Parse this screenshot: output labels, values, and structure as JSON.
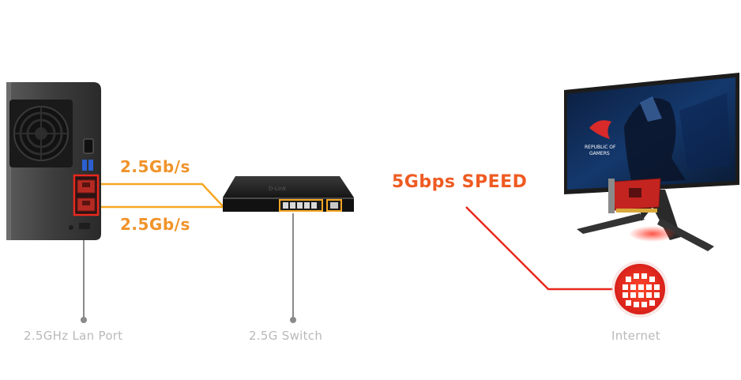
{
  "labels": {
    "lan_port": "2.5GHz Lan Port",
    "switch": "2.5G Switch",
    "internet": "Internet"
  },
  "speeds": {
    "link_top": "2.5Gb/s",
    "link_bottom": "2.5Gb/s",
    "uplink": "5Gbps SPEED"
  },
  "device_text": {
    "switch_brand": "D-Link",
    "monitor_line1": "REPUBLIC OF",
    "monitor_line2": "GAMERS"
  },
  "colors": {
    "orange": "#f5a623",
    "red": "#e8281e",
    "gray_line": "#8a8a8a",
    "label_gray": "#b9b9b9"
  },
  "icons": [
    "globe-icon",
    "fan-icon",
    "usb-icon",
    "hdmi-icon",
    "ethernet-port-icon"
  ]
}
